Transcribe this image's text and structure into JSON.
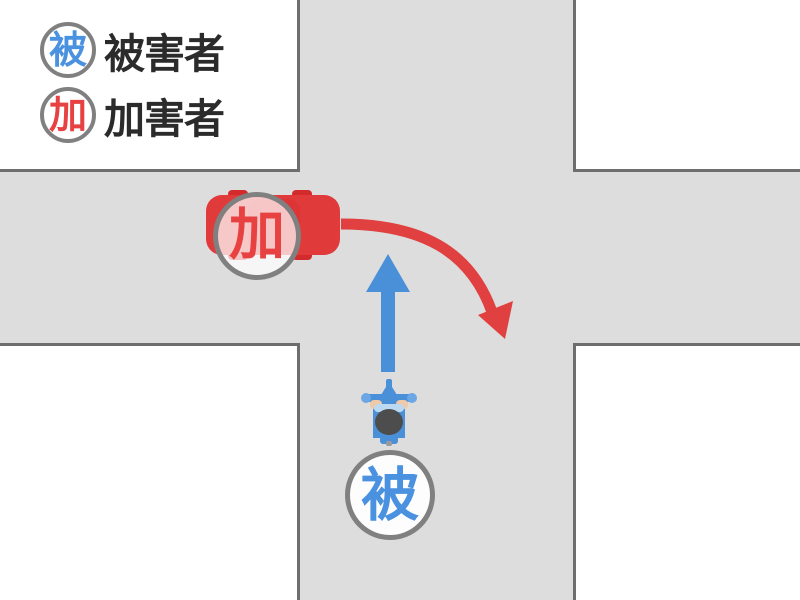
{
  "diagram": {
    "type": "traffic-accident-intersection-diagram",
    "background_color": "#dddddd",
    "road_color": "#dddddd",
    "block_color": "#ffffff",
    "block_border_color": "#6e6e6e"
  },
  "legend": {
    "items": [
      {
        "badge_text": "被",
        "label": "被害者",
        "badge_color": "#4a92e0",
        "circle_color": "#808080",
        "icon": "victim-circle-icon"
      },
      {
        "badge_text": "加",
        "label": "加害者",
        "badge_color": "#e84141",
        "circle_color": "#808080",
        "icon": "offender-circle-icon"
      }
    ]
  },
  "vehicles": {
    "car": {
      "role": "加害者",
      "badge_text": "加",
      "color": "#e03a3a",
      "badge_color": "#e84141",
      "icon": "car-top-view-icon",
      "heading": "east",
      "maneuver": "right-turn"
    },
    "motorcycle": {
      "role": "被害者",
      "badge_text": "被",
      "color": "#4a92e0",
      "badge_color": "#4a92e0",
      "icon": "motorcycle-top-view-icon",
      "heading": "north",
      "maneuver": "straight"
    }
  },
  "arrows": {
    "car_path": {
      "color": "#e04040",
      "shape": "curved-right-turn",
      "name": "car-turn-arrow"
    },
    "motorcycle_path": {
      "color": "#4a92e0",
      "shape": "straight-up",
      "name": "motorcycle-straight-arrow"
    }
  }
}
